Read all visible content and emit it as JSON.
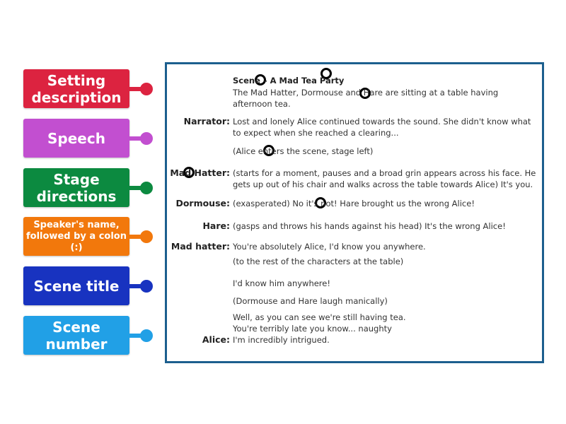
{
  "labels": [
    {
      "text": "Setting description",
      "color": "#dc2340",
      "small": false
    },
    {
      "text": "Speech",
      "color": "#c24fd0",
      "small": false
    },
    {
      "text": "Stage directions",
      "color": "#0c8a40",
      "small": false
    },
    {
      "text": "Speaker's name, followed by a colon (:)",
      "color": "#f2780c",
      "small": true
    },
    {
      "text": "Scene title",
      "color": "#1833c0",
      "small": false
    },
    {
      "text": "Scene number",
      "color": "#21a0e6",
      "small": false
    }
  ],
  "script": {
    "title": "Scene – A Mad Tea Party",
    "setting": [
      "The Mad Hatter, Dormouse and Hare are sitting at a table having",
      "afternoon tea."
    ],
    "lines": [
      {
        "speaker": "Narrator:",
        "text": [
          "Lost and lonely Alice continued towards the sound. She didn't know what",
          "to expect when she reached a clearing..."
        ]
      },
      {
        "speaker": "",
        "text": [
          "(Alice enters the scene, stage left)"
        ]
      },
      {
        "speaker": "Mad Hatter:",
        "text": [
          "(starts for a moment, pauses and a broad grin appears across his face. He",
          "gets up out of his chair and walks across the table towards Alice) It's you."
        ]
      },
      {
        "speaker": "Dormouse:",
        "text": [
          "(exasperated)  No it's not! Hare brought us the wrong Alice!"
        ]
      },
      {
        "speaker": "Hare:",
        "text": [
          "(gasps and throws his hands against his head)  It's the wrong Alice!"
        ]
      },
      {
        "speaker": "Mad hatter:",
        "text": [
          "You're absolutely Alice, I'd know you anywhere."
        ]
      },
      {
        "speaker": "",
        "text": [
          "(to the rest of the characters at the table)"
        ]
      },
      {
        "speaker": "",
        "text": [
          "I'd know him anywhere!"
        ]
      },
      {
        "speaker": "",
        "text": [
          "(Dormouse and Hare laugh manically)"
        ]
      },
      {
        "speaker": "",
        "text": [
          "Well, as you can see we're still having tea.",
          "You're terribly late you know... naughty"
        ]
      },
      {
        "speaker": "Alice:",
        "text": [
          "I'm incredibly intrigued."
        ]
      }
    ]
  },
  "border_color": "#1c5f8e"
}
